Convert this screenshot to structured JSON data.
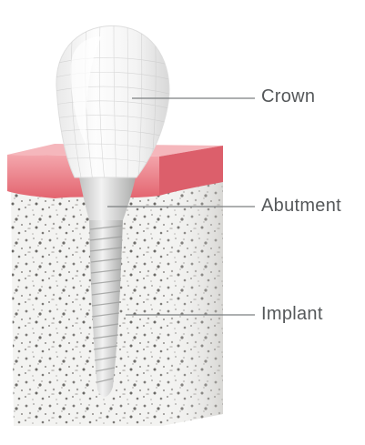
{
  "labels": {
    "crown": "Crown",
    "abutment": "Abutment",
    "implant": "Implant"
  },
  "colors": {
    "gum": "#e46c78",
    "gum_top": "#f29aa2",
    "bone": "#f2f2f0",
    "crown": "#f7f7f7",
    "implant_metal": "#d6d7d6",
    "leader_line": "#7c7f81",
    "label_text": "#55585a"
  }
}
